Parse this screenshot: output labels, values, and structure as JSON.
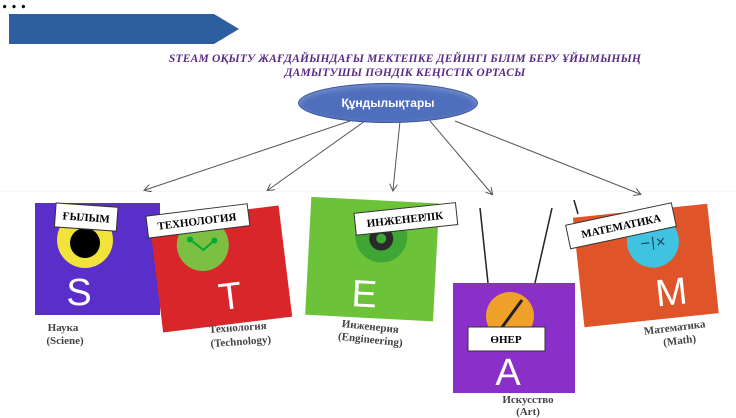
{
  "heading": {
    "line1": "STEAM  ОҚЫТУ ЖАҒДАЙЫНДАҒЫ МЕКТЕПКЕ ДЕЙІНГІ  БІЛІМ БЕРУ ҰЙЫМЫНЫҢ",
    "line2": "ДАМЫТУШЫ ПӘНДІК КЕҢІСТІК ОРТАСЫ"
  },
  "root": {
    "label": "Құндылықтары"
  },
  "cards": [
    {
      "letter": "S",
      "tag": "ҒЫЛЫМ",
      "caption_line1": "Наука",
      "caption_line2": "(Sciene)",
      "color": "#5a2ec8"
    },
    {
      "letter": "T",
      "tag": "ТЕХНОЛОГИЯ",
      "caption_line1": "Технология",
      "caption_line2": "(Technology)",
      "color": "#d9262b"
    },
    {
      "letter": "E",
      "tag": "ИНЖЕНЕРЛІК",
      "caption_line1": "Инженерия",
      "caption_line2": "(Engineering)",
      "color": "#6cc33a"
    },
    {
      "letter": "A",
      "tag": "ӨНЕР",
      "caption_line1": "Искусство",
      "caption_line2": "(Art)",
      "color": "#8a2fc7"
    },
    {
      "letter": "M",
      "tag": "МАТЕМАТИКА",
      "caption_line1": "Математика",
      "caption_line2": "(Math)",
      "color": "#e0542a"
    }
  ],
  "icons": [
    "atom-icon",
    "circuit-icon",
    "gear-icon",
    "brush-icon",
    "math-icon"
  ]
}
